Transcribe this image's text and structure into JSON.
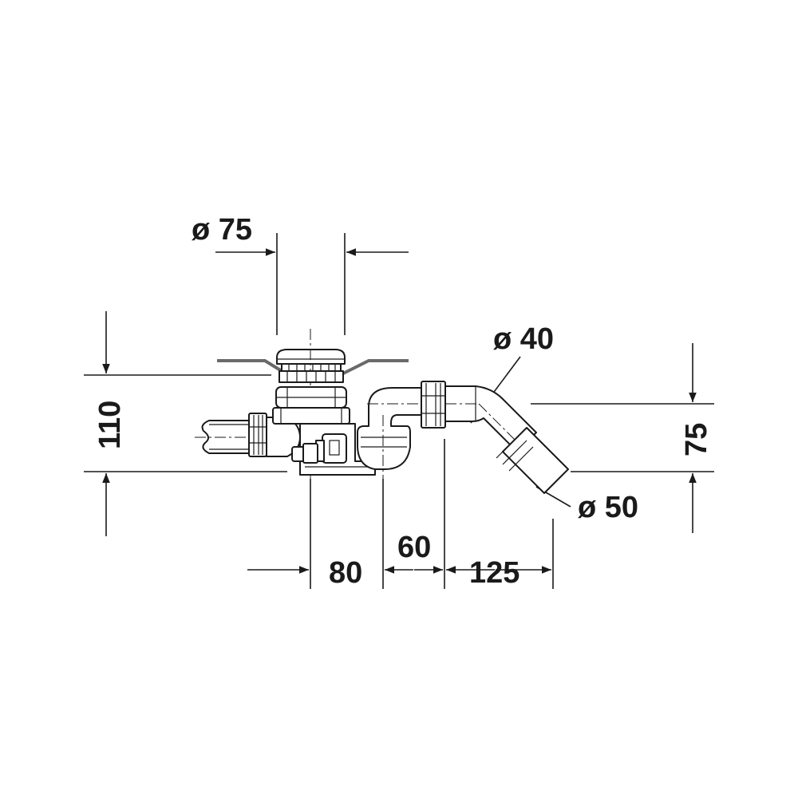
{
  "dimensions": {
    "overflow_diameter": "ø 75",
    "height_total": "110",
    "outlet_diameter_upper": "ø 40",
    "outlet_height": "75",
    "outlet_diameter_lower": "ø 50",
    "dim_80": "80",
    "dim_60": "60",
    "dim_125": "125"
  },
  "colors": {
    "line": "#1a1a1a",
    "plate": "#6a6a6a",
    "background": "#ffffff"
  }
}
